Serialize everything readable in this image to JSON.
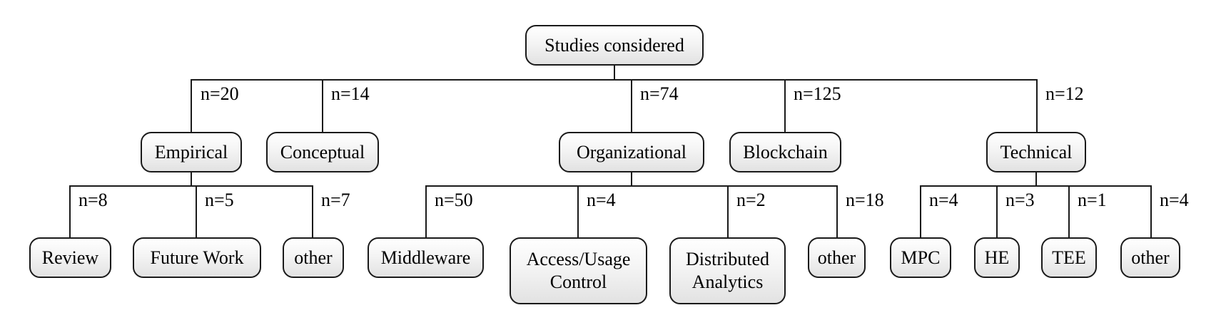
{
  "diagram_title": "Studies considered classification tree",
  "colors": {
    "background": "#ffffff",
    "node_border": "#1a1a1a",
    "node_fill_top": "#ffffff",
    "node_fill_bottom": "#e2e2e2",
    "edge": "#1a1a1a",
    "text": "#000000"
  },
  "tree": {
    "root": {
      "label": "Studies considered"
    },
    "level1": [
      {
        "label": "Empirical",
        "count": "n=20",
        "children": [
          {
            "label": "Review",
            "count": "n=8"
          },
          {
            "label": "Future Work",
            "count": "n=5"
          },
          {
            "label": "other",
            "count": "n=7"
          }
        ]
      },
      {
        "label": "Conceptual",
        "count": "n=14",
        "children": []
      },
      {
        "label": "Organizational",
        "count": "n=74",
        "children": [
          {
            "label": "Middleware",
            "count": "n=50"
          },
          {
            "label": "Access/Usage Control",
            "count": "n=4"
          },
          {
            "label": "Distributed Analytics",
            "count": "n=2"
          },
          {
            "label": "other",
            "count": "n=18"
          }
        ]
      },
      {
        "label": "Blockchain",
        "count": "n=125",
        "children": []
      },
      {
        "label": "Technical",
        "count": "n=12",
        "children": [
          {
            "label": "MPC",
            "count": "n=4"
          },
          {
            "label": "HE",
            "count": "n=3"
          },
          {
            "label": "TEE",
            "count": "n=1"
          },
          {
            "label": "other",
            "count": "n=4"
          }
        ]
      }
    ]
  }
}
